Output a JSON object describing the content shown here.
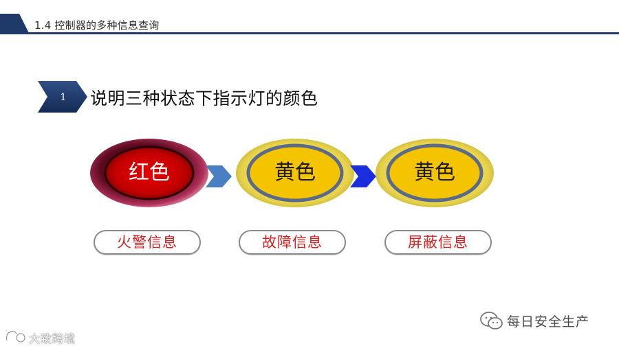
{
  "header": {
    "title": "1.4 控制器的多种信息查询",
    "accent_color": "#1f3a68"
  },
  "section": {
    "number": "1",
    "title": "说明三种状态下指示灯的颜色"
  },
  "states": [
    {
      "label": "红色",
      "fill_color": "#c40000",
      "label_color": "#ffffff",
      "info": "火警信息"
    },
    {
      "label": "黄色",
      "fill_color": "#f5c400",
      "label_color": "#1a1a1a",
      "info": "故障信息"
    },
    {
      "label": "黄色",
      "fill_color": "#f5c400",
      "label_color": "#1a1a1a",
      "info": "屏蔽信息"
    }
  ],
  "arrows": [
    {
      "color": "#4a7fc4",
      "icon": "chevron-right-icon"
    },
    {
      "color": "#1a2ee0",
      "icon": "chevron-right-icon"
    }
  ],
  "info_text_color": "#d42020",
  "watermarks": {
    "wechat_account": "每日安全生产",
    "corner_text": "大致跨境"
  }
}
